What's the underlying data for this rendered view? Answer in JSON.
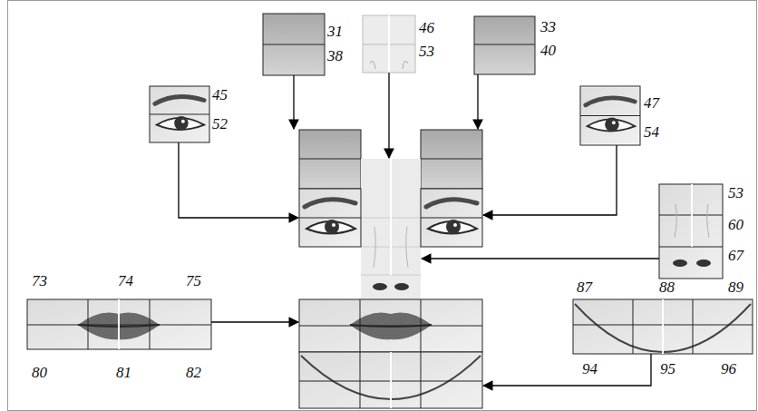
{
  "diagram": {
    "labels": [
      "31",
      "38",
      "46",
      "53",
      "33",
      "40",
      "45",
      "52",
      "47",
      "54",
      "53",
      "60",
      "67",
      "73",
      "74",
      "75",
      "80",
      "81",
      "82",
      "87",
      "88",
      "89",
      "94",
      "95",
      "96"
    ]
  }
}
